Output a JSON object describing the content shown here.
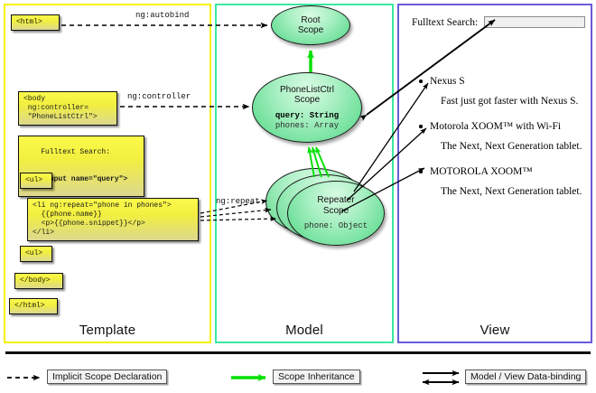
{
  "columns": {
    "template": {
      "label": "Template",
      "border_color": "#f5f000"
    },
    "model": {
      "label": "Model",
      "border_color": "#3ce8a0"
    },
    "view": {
      "label": "View",
      "border_color": "#6a5bd8"
    }
  },
  "template_boxes": [
    {
      "name": "html-open",
      "text": "<html>"
    },
    {
      "name": "body-controller",
      "text": "<body\n ng:controller=\n \"PhoneListCtrl\">"
    },
    {
      "name": "fulltext-search",
      "line1": "Fulltext Search:",
      "line2": "<input name=\"query\">"
    },
    {
      "name": "ul-open",
      "text": "<ul>"
    },
    {
      "name": "li-repeat",
      "text": "<li ng:repeat=\"phone in phones\">\n  {{phone.name}}\n  <p>{{phone.snippet}}</p>\n</li>"
    },
    {
      "name": "ul-close",
      "text": "<ul>"
    },
    {
      "name": "body-close",
      "text": "</body>"
    },
    {
      "name": "html-close",
      "text": "</html>"
    }
  ],
  "edge_labels": {
    "autobind": "ng:autobind",
    "controller": "ng:controller",
    "repeat": "ng:repeat"
  },
  "scopes": {
    "root": {
      "title_line1": "Root",
      "title_line2": "Scope"
    },
    "phonelistctrl": {
      "title_line1": "PhoneListCtrl",
      "title_line2": "Scope",
      "prop1_key": "query:",
      "prop1_val": "String",
      "prop2_key": "phones:",
      "prop2_val": "Array"
    },
    "repeater": {
      "title_line1": "Repeater",
      "title_line2": "Scope",
      "prop1_key": "phone:",
      "prop1_val": "Object"
    }
  },
  "view": {
    "search_label": "Fulltext Search:",
    "search_value": "",
    "search_placeholder": "",
    "items": [
      {
        "name": "Nexus S",
        "snippet": "Fast just got faster with Nexus S."
      },
      {
        "name": "Motorola XOOM™  with Wi-Fi",
        "snippet": "The Next, Next Generation tablet."
      },
      {
        "name": "MOTOROLA XOOM™",
        "snippet": "The Next, Next Generation tablet."
      }
    ]
  },
  "legend": [
    {
      "name": "implicit-scope-declaration",
      "label": "Implicit Scope Declaration",
      "style": "dashed-arrow",
      "color": "#000000"
    },
    {
      "name": "scope-inheritance",
      "label": "Scope Inheritance",
      "style": "solid-arrow",
      "color": "#00ee00"
    },
    {
      "name": "model-view-data-binding",
      "label": "Model / View Data-binding",
      "style": "double-arrow",
      "color": "#000000"
    }
  ]
}
